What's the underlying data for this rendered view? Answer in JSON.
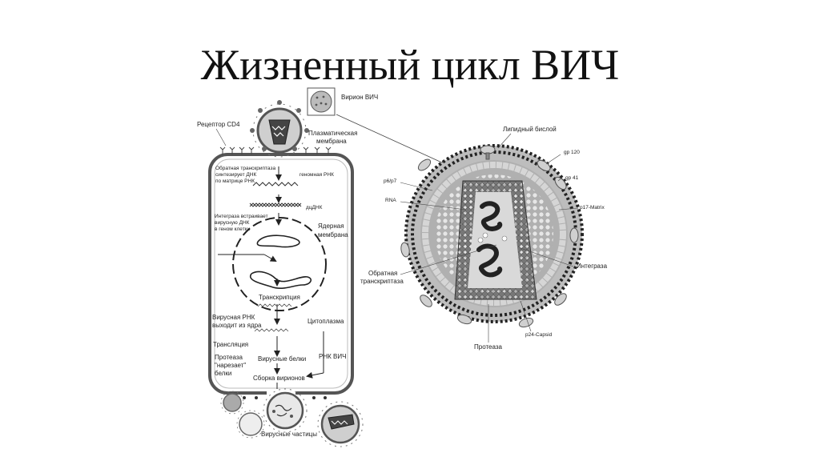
{
  "slide": {
    "title": "Жизненный цикл ВИЧ"
  },
  "cell": {
    "labels": {
      "cd4_receptor": "Рецептор CD4",
      "plasma_membrane_1": "Плазматическая",
      "plasma_membrane_2": "мембрана",
      "rt_note_1": "Обратная транскриптаза",
      "rt_note_2": "синтезирует ДНК",
      "rt_note_3": "по матрице РНК",
      "genomic_rna": "геномная РНК",
      "dsdna": "дцДНК",
      "integrase_note_1": "Интеграза встраивает",
      "integrase_note_2": "вирусную ДНК",
      "integrase_note_3": "в геном клетки",
      "nuclear_membrane_1": "Ядерная",
      "nuclear_membrane_2": "мембрана",
      "transcription": "Транскрипция",
      "viral_rna_exit_1": "Вирусная РНК",
      "viral_rna_exit_2": "выходит из ядра",
      "cytoplasm": "Цитоплазма",
      "translation": "Трансляция",
      "protease_1": "Протеаза",
      "protease_2": "\"нарезает\"",
      "protease_3": "белки",
      "viral_proteins": "Вирусные белки",
      "hiv_rna": "РНК ВИЧ",
      "virion_assembly": "Сборка вирионов",
      "viral_particles": "Вирусные частицы"
    }
  },
  "virion": {
    "labels": {
      "hiv_virion": "Вирион ВИЧ",
      "lipid_bilayer": "Липидный бислой",
      "gp120": "gp 120",
      "gp41": "gp 41",
      "p6p7": "p6/p7",
      "rna": "RNA",
      "p17": "p17-Matrix",
      "integrase": "Интеграза",
      "rt_1": "Обратная",
      "rt_2": "транскриптаза",
      "p24": "p24-Capsid",
      "protease": "Протеаза"
    }
  },
  "colors": {
    "dark": "#222222",
    "mid": "#888888",
    "light": "#d8d8d8",
    "capsid": "#6e6e6e",
    "matrix_fill": "#bdbdbd"
  }
}
